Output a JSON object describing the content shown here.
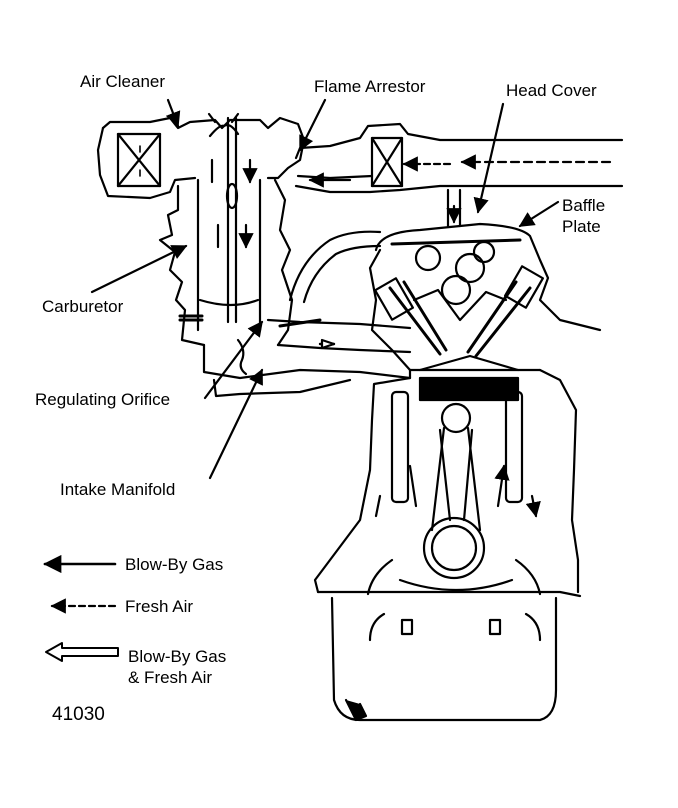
{
  "labels": {
    "air_cleaner": "Air Cleaner",
    "flame_arrestor": "Flame Arrestor",
    "head_cover": "Head Cover",
    "baffle_plate_line1": "Baffle",
    "baffle_plate_line2": "Plate",
    "carburetor": "Carburetor",
    "regulating_orifice": "Regulating Orifice",
    "intake_manifold": "Intake Manifold"
  },
  "legend": {
    "blow_by_gas": "Blow-By Gas",
    "fresh_air": "Fresh Air",
    "mixed_line1": "Blow-By Gas",
    "mixed_line2": "& Fresh Air"
  },
  "figure_number": "41030",
  "colors": {
    "ink": "#000000",
    "paper": "#ffffff"
  }
}
